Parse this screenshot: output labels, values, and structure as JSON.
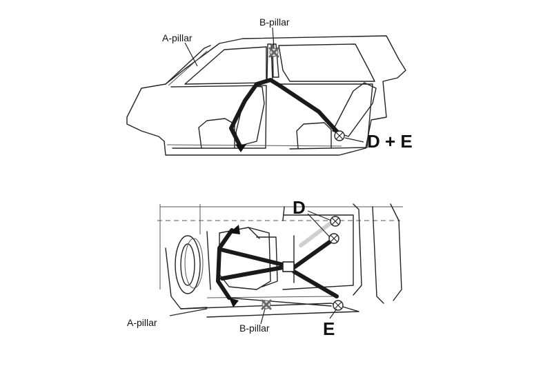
{
  "labels": {
    "top_a_pillar": "A-pillar",
    "top_b_pillar": "B-pillar",
    "top_anchor": "D + E",
    "bottom_d": "D",
    "bottom_e": "E",
    "bottom_a_pillar": "A-pillar",
    "bottom_b_pillar": "B-pillar"
  },
  "colors": {
    "line": "#222222",
    "strap": "#1a1a1a",
    "background": "#ffffff"
  },
  "icons": [
    "anchor-bolt-icon",
    "b-pillar-x-mark-icon",
    "strap-hook-icon",
    "strap-junction-ring-icon"
  ]
}
